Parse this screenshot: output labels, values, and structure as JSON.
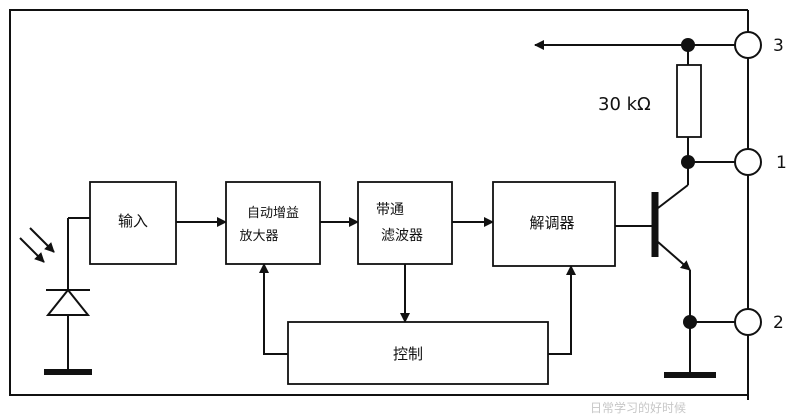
{
  "blocks": {
    "input": "输入",
    "agc_line1": "自动增益",
    "agc_line2": "放大器",
    "bpf_line1": "带通",
    "bpf_line2": "滤波器",
    "demod": "解调器",
    "control": "控制"
  },
  "resistor": "30 kΩ",
  "pins": [
    "3",
    "1",
    "2"
  ],
  "watermark": "日常学习的好时候"
}
